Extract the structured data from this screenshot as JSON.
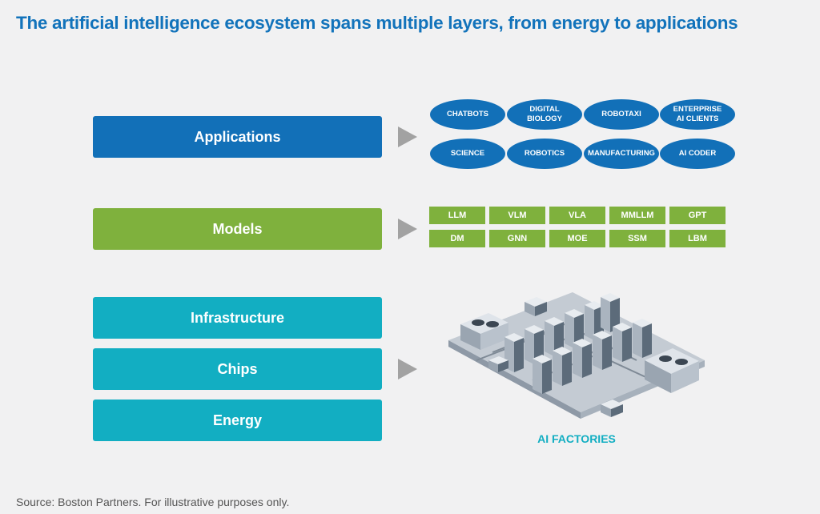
{
  "title": "The artificial intelligence ecosystem spans multiple layers, from energy to applications",
  "layers": {
    "applications": "Applications",
    "models": "Models",
    "infrastructure": "Infrastructure",
    "chips": "Chips",
    "energy": "Energy"
  },
  "applications": [
    "CHATBOTS",
    "DIGITAL\nBIOLOGY",
    "ROBOTAXI",
    "ENTERPRISE\nAI CLIENTS",
    "SCIENCE",
    "ROBOTICS",
    "MANUFACTURING",
    "AI CODER"
  ],
  "models": [
    "LLM",
    "VLM",
    "VLA",
    "MMLLM",
    "GPT",
    "DM",
    "GNN",
    "MOE",
    "SSM",
    "LBM"
  ],
  "factory_label": "AI FACTORIES",
  "source": "Source: Boston Partners. For illustrative purposes only.",
  "colors": {
    "title": "#1273bb",
    "applications": "#1270b8",
    "models": "#7fb13d",
    "infrastructure": "#12aec2",
    "arrow": "#a2a2a2"
  }
}
